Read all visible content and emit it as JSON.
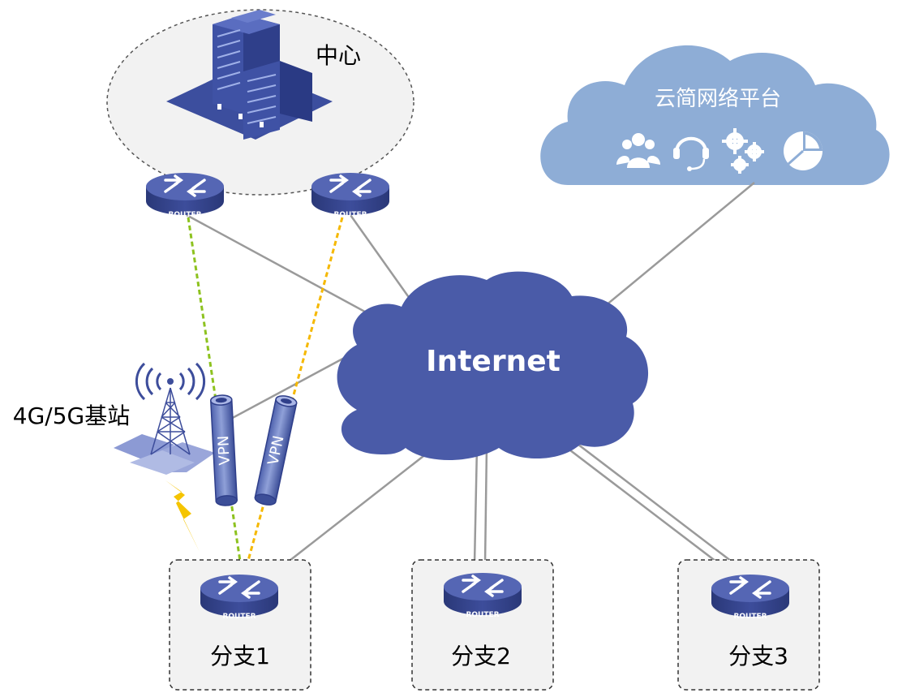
{
  "center": {
    "label": "中心"
  },
  "cloud_platform": {
    "label": "云简网络平台",
    "icons": [
      "users-icon",
      "headset-icon",
      "gears-icon",
      "pie-chart-icon"
    ]
  },
  "internet": {
    "label": "Internet"
  },
  "base_station": {
    "label": "4G/5G基站"
  },
  "router_label": "ROUTER",
  "vpn_label": "VPN",
  "branches": [
    {
      "label": "分支1"
    },
    {
      "label": "分支2"
    },
    {
      "label": "分支3"
    }
  ],
  "colors": {
    "router_blue": "#3d4d9b",
    "internet_cloud": "#4a5ba8",
    "platform_cloud": "#8eadd6",
    "link_gray": "#9a9a9a",
    "tunnel_green": "#8dc21f",
    "tunnel_yellow": "#f5b800",
    "lightning": "#f5c400"
  }
}
